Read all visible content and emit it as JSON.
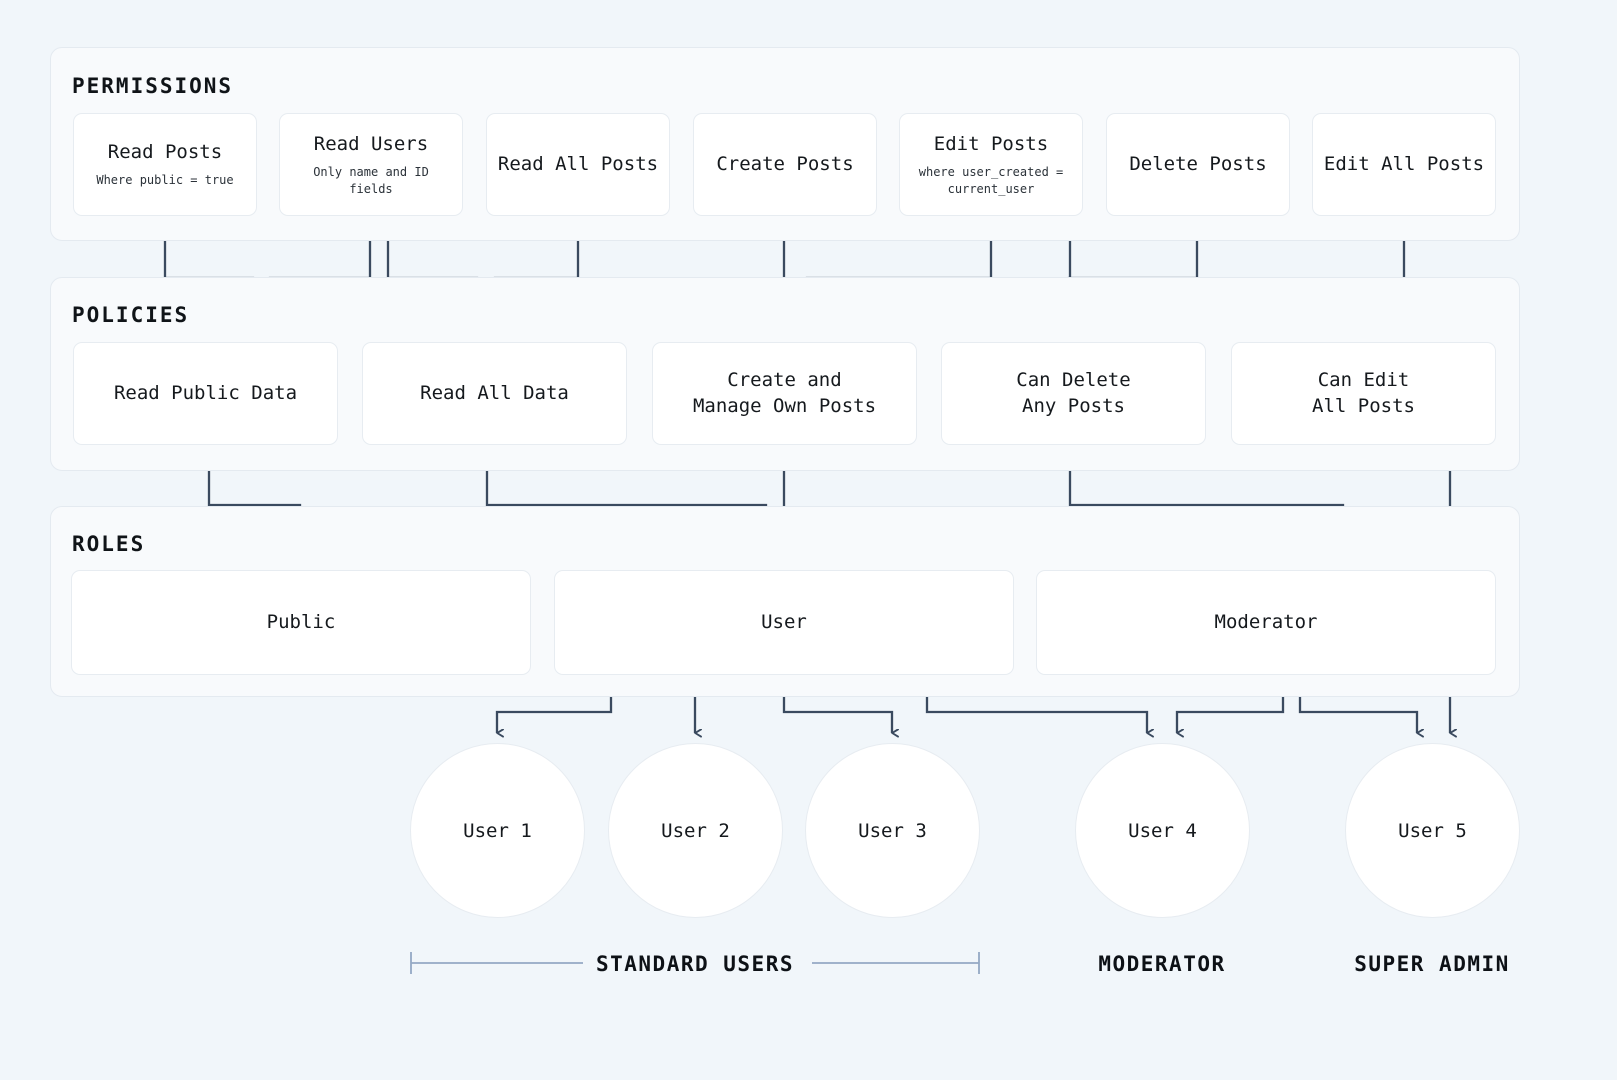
{
  "theme": {
    "page_bg": "#f1f6fa",
    "panel_bg": "#f8fafc",
    "node_bg": "#ffffff",
    "wire": "#3a4a5f",
    "bracket": "#94a9c4",
    "text": "#15191d"
  },
  "sections": {
    "permissions": {
      "title": "PERMISSIONS"
    },
    "policies": {
      "title": "POLICIES"
    },
    "roles": {
      "title": "ROLES"
    }
  },
  "permissions": [
    {
      "id": "read-posts",
      "label": "Read Posts",
      "sub": "Where public = true"
    },
    {
      "id": "read-users",
      "label": "Read Users",
      "sub": "Only name and ID fields"
    },
    {
      "id": "read-all-posts",
      "label": "Read All Posts",
      "sub": ""
    },
    {
      "id": "create-posts",
      "label": "Create Posts",
      "sub": ""
    },
    {
      "id": "edit-posts",
      "label": "Edit Posts",
      "sub": "where user_created =\ncurrent_user"
    },
    {
      "id": "delete-posts",
      "label": "Delete Posts",
      "sub": ""
    },
    {
      "id": "edit-all-posts",
      "label": "Edit All Posts",
      "sub": ""
    }
  ],
  "policies": [
    {
      "id": "read-public-data",
      "label": "Read Public Data"
    },
    {
      "id": "read-all-data",
      "label": "Read All Data"
    },
    {
      "id": "create-manage-own",
      "label": "Create and\nManage Own Posts"
    },
    {
      "id": "can-delete-any",
      "label": "Can Delete\nAny Posts"
    },
    {
      "id": "can-edit-all",
      "label": "Can Edit\nAll Posts"
    }
  ],
  "roles": [
    {
      "id": "public",
      "label": "Public"
    },
    {
      "id": "user",
      "label": "User"
    },
    {
      "id": "moderator",
      "label": "Moderator"
    }
  ],
  "users": [
    {
      "id": "user-1",
      "label": "User 1"
    },
    {
      "id": "user-2",
      "label": "User 2"
    },
    {
      "id": "user-3",
      "label": "User 3"
    },
    {
      "id": "user-4",
      "label": "User 4"
    },
    {
      "id": "user-5",
      "label": "User 5"
    }
  ],
  "group_labels": [
    {
      "id": "standard-users",
      "label": "STANDARD USERS",
      "bracket": true
    },
    {
      "id": "moderator",
      "label": "MODERATOR",
      "bracket": false
    },
    {
      "id": "super-admin",
      "label": "SUPER ADMIN",
      "bracket": false
    }
  ]
}
